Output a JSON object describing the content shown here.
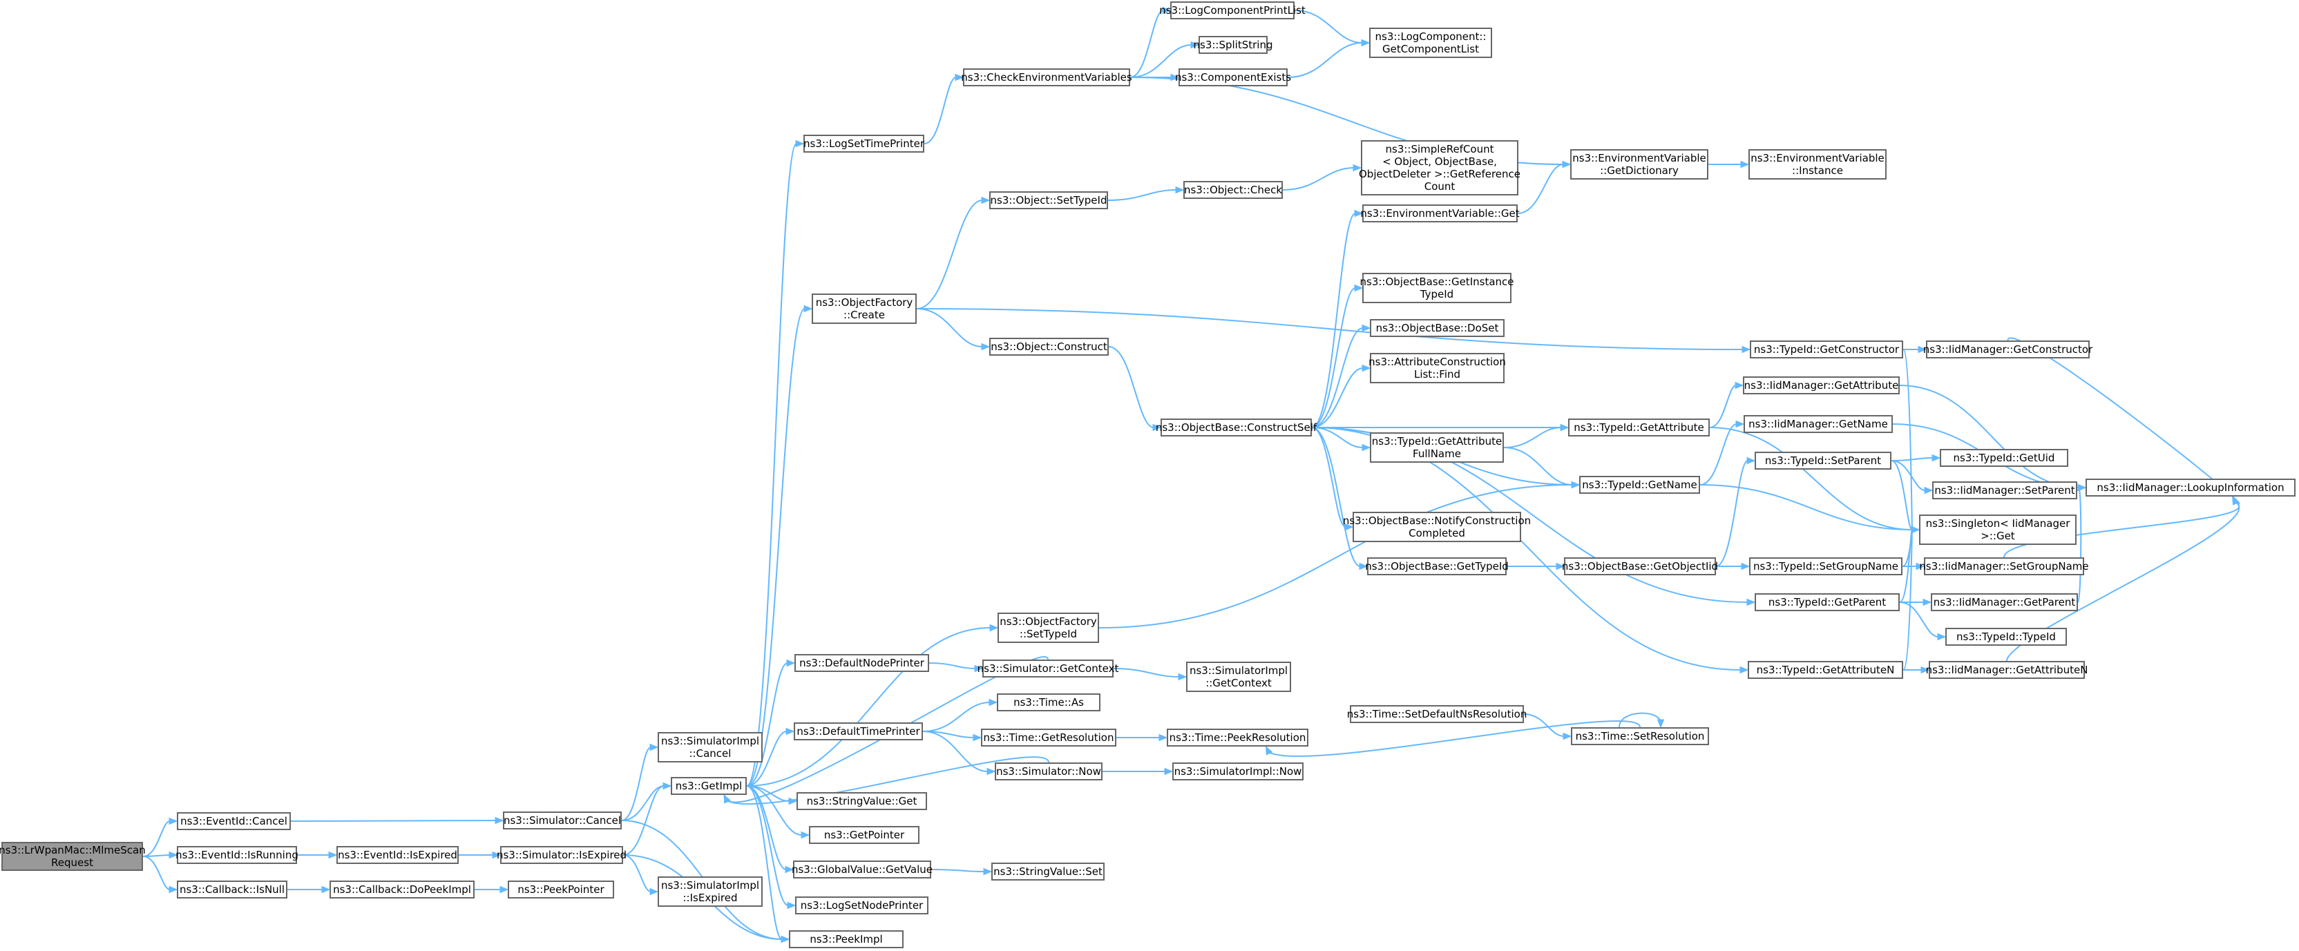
{
  "colors": {
    "edge": "#63b8ff",
    "node_border": "#666666",
    "root_fill": "#999999",
    "node_fill": "#ffffff"
  },
  "nodes": [
    {
      "id": "root",
      "lines": [
        "ns3::LrWpanMac::MlmeScan",
        "Request"
      ],
      "root": true
    },
    {
      "id": "evcancel",
      "lines": [
        "ns3::EventId::Cancel"
      ]
    },
    {
      "id": "evrunning",
      "lines": [
        "ns3::EventId::IsRunning"
      ]
    },
    {
      "id": "cbnull",
      "lines": [
        "ns3::Callback::IsNull"
      ]
    },
    {
      "id": "simcancel",
      "lines": [
        "ns3::Simulator::Cancel"
      ]
    },
    {
      "id": "evexpired",
      "lines": [
        "ns3::EventId::IsExpired"
      ]
    },
    {
      "id": "cbpeek",
      "lines": [
        "ns3::Callback::DoPeekImpl"
      ]
    },
    {
      "id": "simimplcancel",
      "lines": [
        "ns3::SimulatorImpl",
        "::Cancel"
      ]
    },
    {
      "id": "getimpl",
      "lines": [
        "ns3::GetImpl"
      ]
    },
    {
      "id": "simexpired",
      "lines": [
        "ns3::Simulator::IsExpired"
      ]
    },
    {
      "id": "peekptr",
      "lines": [
        "ns3::PeekPointer"
      ]
    },
    {
      "id": "simimplexpired",
      "lines": [
        "ns3::SimulatorImpl",
        "::IsExpired"
      ]
    },
    {
      "id": "peekimpl",
      "lines": [
        "ns3::PeekImpl"
      ]
    },
    {
      "id": "logsettime",
      "lines": [
        "ns3::LogSetTimePrinter"
      ]
    },
    {
      "id": "objfactcreate",
      "lines": [
        "ns3::ObjectFactory",
        "::Create"
      ]
    },
    {
      "id": "defnode",
      "lines": [
        "ns3::DefaultNodePrinter"
      ]
    },
    {
      "id": "deftime",
      "lines": [
        "ns3::DefaultTimePrinter"
      ]
    },
    {
      "id": "strget",
      "lines": [
        "ns3::StringValue::Get"
      ]
    },
    {
      "id": "getptr",
      "lines": [
        "ns3::GetPointer"
      ]
    },
    {
      "id": "gvget",
      "lines": [
        "ns3::GlobalValue::GetValue"
      ]
    },
    {
      "id": "logsetnode",
      "lines": [
        "ns3::LogSetNodePrinter"
      ]
    },
    {
      "id": "checkenv",
      "lines": [
        "ns3::CheckEnvironmentVariables"
      ]
    },
    {
      "id": "objsettype",
      "lines": [
        "ns3::Object::SetTypeId"
      ]
    },
    {
      "id": "objconstruct",
      "lines": [
        "ns3::Object::Construct"
      ]
    },
    {
      "id": "objfactsettype",
      "lines": [
        "ns3::ObjectFactory",
        "::SetTypeId"
      ]
    },
    {
      "id": "simgetctx",
      "lines": [
        "ns3::Simulator::GetContext"
      ]
    },
    {
      "id": "timeas",
      "lines": [
        "ns3::Time::As"
      ]
    },
    {
      "id": "timegetres",
      "lines": [
        "ns3::Time::GetResolution"
      ]
    },
    {
      "id": "simnow",
      "lines": [
        "ns3::Simulator::Now"
      ]
    },
    {
      "id": "strset",
      "lines": [
        "ns3::StringValue::Set"
      ]
    },
    {
      "id": "logcompprint",
      "lines": [
        "ns3::LogComponentPrintList"
      ]
    },
    {
      "id": "splitstr",
      "lines": [
        "ns3::SplitString"
      ]
    },
    {
      "id": "compexists",
      "lines": [
        "ns3::ComponentExists"
      ]
    },
    {
      "id": "objcheck",
      "lines": [
        "ns3::Object::Check"
      ]
    },
    {
      "id": "constructself",
      "lines": [
        "ns3::ObjectBase::ConstructSelf"
      ]
    },
    {
      "id": "simimplgetctx",
      "lines": [
        "ns3::SimulatorImpl",
        "::GetContext"
      ]
    },
    {
      "id": "timepeekres",
      "lines": [
        "ns3::Time::PeekResolution"
      ]
    },
    {
      "id": "simimplnow",
      "lines": [
        "ns3::SimulatorImpl::Now"
      ]
    },
    {
      "id": "logcompgetlist",
      "lines": [
        "ns3::LogComponent::",
        "GetComponentList"
      ]
    },
    {
      "id": "simplerefcount",
      "lines": [
        "ns3::SimpleRefCount",
        "< Object, ObjectBase,",
        "ObjectDeleter >::GetReference",
        "Count"
      ]
    },
    {
      "id": "envget",
      "lines": [
        "ns3::EnvironmentVariable::Get"
      ]
    },
    {
      "id": "obgetinst",
      "lines": [
        "ns3::ObjectBase::GetInstance",
        "TypeId"
      ]
    },
    {
      "id": "obdoset",
      "lines": [
        "ns3::ObjectBase::DoSet"
      ]
    },
    {
      "id": "attrfind",
      "lines": [
        "ns3::AttributeConstruction",
        "List::Find"
      ]
    },
    {
      "id": "tidgetattrfull",
      "lines": [
        "ns3::TypeId::GetAttribute",
        "FullName"
      ]
    },
    {
      "id": "obnotify",
      "lines": [
        "ns3::ObjectBase::NotifyConstruction",
        "Completed"
      ]
    },
    {
      "id": "obgettype",
      "lines": [
        "ns3::ObjectBase::GetTypeId"
      ]
    },
    {
      "id": "timesetdef",
      "lines": [
        "ns3::Time::SetDefaultNsResolution"
      ]
    },
    {
      "id": "envgetdict",
      "lines": [
        "ns3::EnvironmentVariable",
        "::GetDictionary"
      ]
    },
    {
      "id": "tidgetattr",
      "lines": [
        "ns3::TypeId::GetAttribute"
      ]
    },
    {
      "id": "tidgetname",
      "lines": [
        "ns3::TypeId::GetName"
      ]
    },
    {
      "id": "obgetobjiid",
      "lines": [
        "ns3::ObjectBase::GetObjectIid"
      ]
    },
    {
      "id": "timesetres",
      "lines": [
        "ns3::Time::SetResolution"
      ]
    },
    {
      "id": "envinstance",
      "lines": [
        "ns3::EnvironmentVariable",
        "::Instance"
      ]
    },
    {
      "id": "tidgetctor",
      "lines": [
        "ns3::TypeId::GetConstructor"
      ]
    },
    {
      "id": "tidgetparent",
      "lines": [
        "ns3::TypeId::GetParent"
      ]
    },
    {
      "id": "tidgetattrn",
      "lines": [
        "ns3::TypeId::GetAttributeN"
      ]
    },
    {
      "id": "iidgetattr",
      "lines": [
        "ns3::IidManager::GetAttribute"
      ]
    },
    {
      "id": "iidgetname",
      "lines": [
        "ns3::IidManager::GetName"
      ]
    },
    {
      "id": "tidsetparent",
      "lines": [
        "ns3::TypeId::SetParent"
      ]
    },
    {
      "id": "singleton",
      "lines": [
        "ns3::Singleton< IidManager",
        ">::Get"
      ]
    },
    {
      "id": "tidsetgroup",
      "lines": [
        "ns3::TypeId::SetGroupName"
      ]
    },
    {
      "id": "iidgetctor",
      "lines": [
        "ns3::IidManager::GetConstructor"
      ]
    },
    {
      "id": "tidgetuid",
      "lines": [
        "ns3::TypeId::GetUid"
      ]
    },
    {
      "id": "iidsetparent",
      "lines": [
        "ns3::IidManager::SetParent"
      ]
    },
    {
      "id": "iidsetgroup",
      "lines": [
        "ns3::IidManager::SetGroupName"
      ]
    },
    {
      "id": "iidgetparent",
      "lines": [
        "ns3::IidManager::GetParent"
      ]
    },
    {
      "id": "tidtypeid",
      "lines": [
        "ns3::TypeId::TypeId"
      ]
    },
    {
      "id": "iidgetattrn",
      "lines": [
        "ns3::IidManager::GetAttributeN"
      ]
    },
    {
      "id": "iidlookup",
      "lines": [
        "ns3::IidManager::LookupInformation"
      ]
    }
  ],
  "edges": [
    [
      "root",
      "evcancel"
    ],
    [
      "root",
      "evrunning"
    ],
    [
      "root",
      "cbnull"
    ],
    [
      "evcancel",
      "simcancel"
    ],
    [
      "evrunning",
      "evexpired"
    ],
    [
      "evexpired",
      "simexpired"
    ],
    [
      "cbnull",
      "cbpeek"
    ],
    [
      "cbpeek",
      "peekptr"
    ],
    [
      "simcancel",
      "simimplcancel"
    ],
    [
      "simcancel",
      "getimpl"
    ],
    [
      "simcancel",
      "peekimpl"
    ],
    [
      "simexpired",
      "getimpl"
    ],
    [
      "simexpired",
      "simimplexpired"
    ],
    [
      "simexpired",
      "peekimpl"
    ],
    [
      "getimpl",
      "logsettime"
    ],
    [
      "getimpl",
      "objfactcreate"
    ],
    [
      "getimpl",
      "objfactsettype"
    ],
    [
      "getimpl",
      "defnode"
    ],
    [
      "getimpl",
      "deftime"
    ],
    [
      "getimpl",
      "strget"
    ],
    [
      "getimpl",
      "getptr"
    ],
    [
      "getimpl",
      "gvget"
    ],
    [
      "getimpl",
      "logsetnode"
    ],
    [
      "getimpl",
      "peekimpl"
    ],
    [
      "logsettime",
      "checkenv"
    ],
    [
      "checkenv",
      "logcompprint"
    ],
    [
      "checkenv",
      "splitstr"
    ],
    [
      "checkenv",
      "compexists"
    ],
    [
      "checkenv",
      "envgetdict"
    ],
    [
      "logcompprint",
      "logcompgetlist"
    ],
    [
      "compexists",
      "logcompgetlist"
    ],
    [
      "objfactcreate",
      "objsettype"
    ],
    [
      "objfactcreate",
      "objconstruct"
    ],
    [
      "objfactcreate",
      "tidgetctor"
    ],
    [
      "objsettype",
      "objcheck"
    ],
    [
      "objcheck",
      "simplerefcount"
    ],
    [
      "objconstruct",
      "constructself"
    ],
    [
      "constructself",
      "envget"
    ],
    [
      "constructself",
      "obgetinst"
    ],
    [
      "constructself",
      "obdoset"
    ],
    [
      "constructself",
      "attrfind"
    ],
    [
      "constructself",
      "tidgetattr"
    ],
    [
      "constructself",
      "tidgetattrfull"
    ],
    [
      "constructself",
      "tidgetname"
    ],
    [
      "constructself",
      "obnotify"
    ],
    [
      "constructself",
      "obgettype"
    ],
    [
      "constructself",
      "tidgetparent"
    ],
    [
      "constructself",
      "tidgetattrn"
    ],
    [
      "envget",
      "envgetdict"
    ],
    [
      "envgetdict",
      "envinstance"
    ],
    [
      "tidgetattrfull",
      "tidgetattr"
    ],
    [
      "tidgetattrfull",
      "tidgetname"
    ],
    [
      "tidgetattr",
      "iidgetattr"
    ],
    [
      "tidgetattr",
      "singleton"
    ],
    [
      "tidgetname",
      "iidgetname"
    ],
    [
      "tidgetname",
      "singleton"
    ],
    [
      "obgettype",
      "obgetobjiid"
    ],
    [
      "obgetobjiid",
      "tidsetparent"
    ],
    [
      "obgetobjiid",
      "tidsetgroup"
    ],
    [
      "objfactsettype",
      "tidgetname"
    ],
    [
      "tidgetctor",
      "iidgetctor"
    ],
    [
      "tidgetctor",
      "singleton"
    ],
    [
      "tidsetparent",
      "tidgetuid"
    ],
    [
      "tidsetparent",
      "iidsetparent"
    ],
    [
      "tidsetparent",
      "singleton"
    ],
    [
      "tidsetgroup",
      "singleton"
    ],
    [
      "tidsetgroup",
      "iidsetgroup"
    ],
    [
      "tidgetparent",
      "singleton"
    ],
    [
      "tidgetparent",
      "iidgetparent"
    ],
    [
      "tidgetparent",
      "tidtypeid"
    ],
    [
      "tidgetattrn",
      "singleton"
    ],
    [
      "tidgetattrn",
      "iidgetattrn"
    ],
    [
      "iidgetattr",
      "iidlookup"
    ],
    [
      "iidgetname",
      "iidlookup"
    ],
    [
      "iidsetparent",
      "iidlookup"
    ],
    [
      "iidsetgroup",
      "iidlookup"
    ],
    [
      "iidgetparent",
      "iidlookup"
    ],
    [
      "iidgetattrn",
      "iidlookup"
    ],
    [
      "iidgetctor",
      "iidlookup"
    ],
    [
      "defnode",
      "simgetctx"
    ],
    [
      "simgetctx",
      "simimplgetctx"
    ],
    [
      "simgetctx",
      "getimpl"
    ],
    [
      "deftime",
      "timeas"
    ],
    [
      "deftime",
      "timegetres"
    ],
    [
      "deftime",
      "simnow"
    ],
    [
      "timegetres",
      "timepeekres"
    ],
    [
      "simnow",
      "simimplnow"
    ],
    [
      "simnow",
      "getimpl"
    ],
    [
      "timesetdef",
      "timesetres"
    ],
    [
      "timesetres",
      "timepeekres"
    ],
    [
      "timesetres",
      "timesetres"
    ],
    [
      "gvget",
      "strset"
    ]
  ]
}
